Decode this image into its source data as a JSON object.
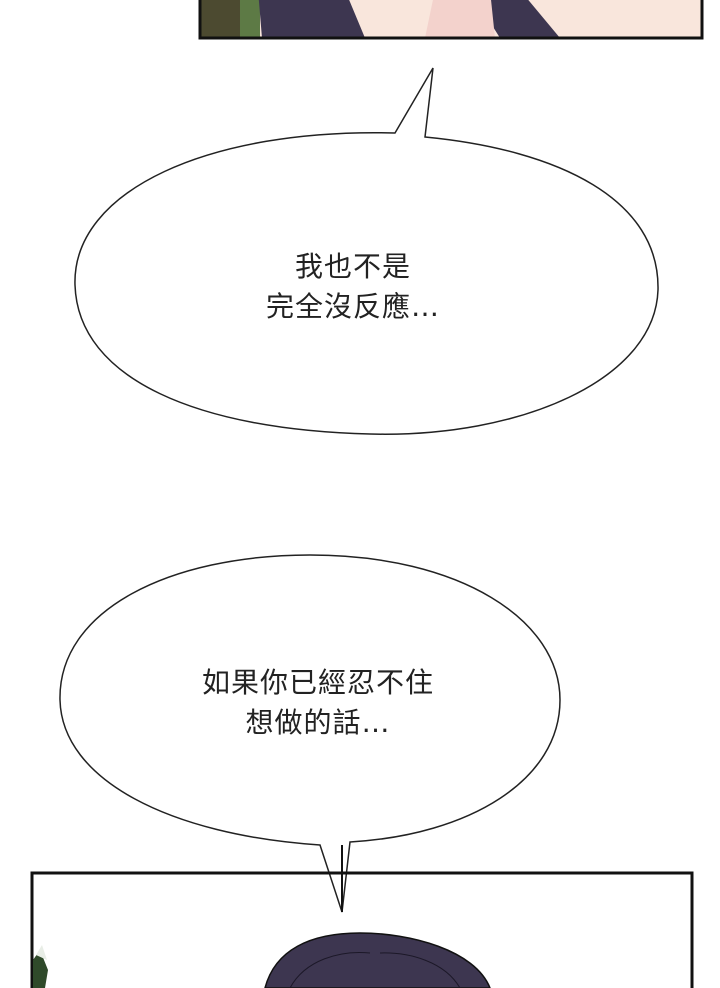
{
  "bubbles": [
    {
      "lines": [
        "我也不是",
        "完全沒反應…"
      ]
    },
    {
      "lines": [
        "如果你已經忍不住",
        "想做的話…"
      ]
    }
  ],
  "colors": {
    "hair": "#3d3650",
    "skin": "#f7ddd6",
    "border": "#111111",
    "foliage": "#2f4a2a"
  }
}
